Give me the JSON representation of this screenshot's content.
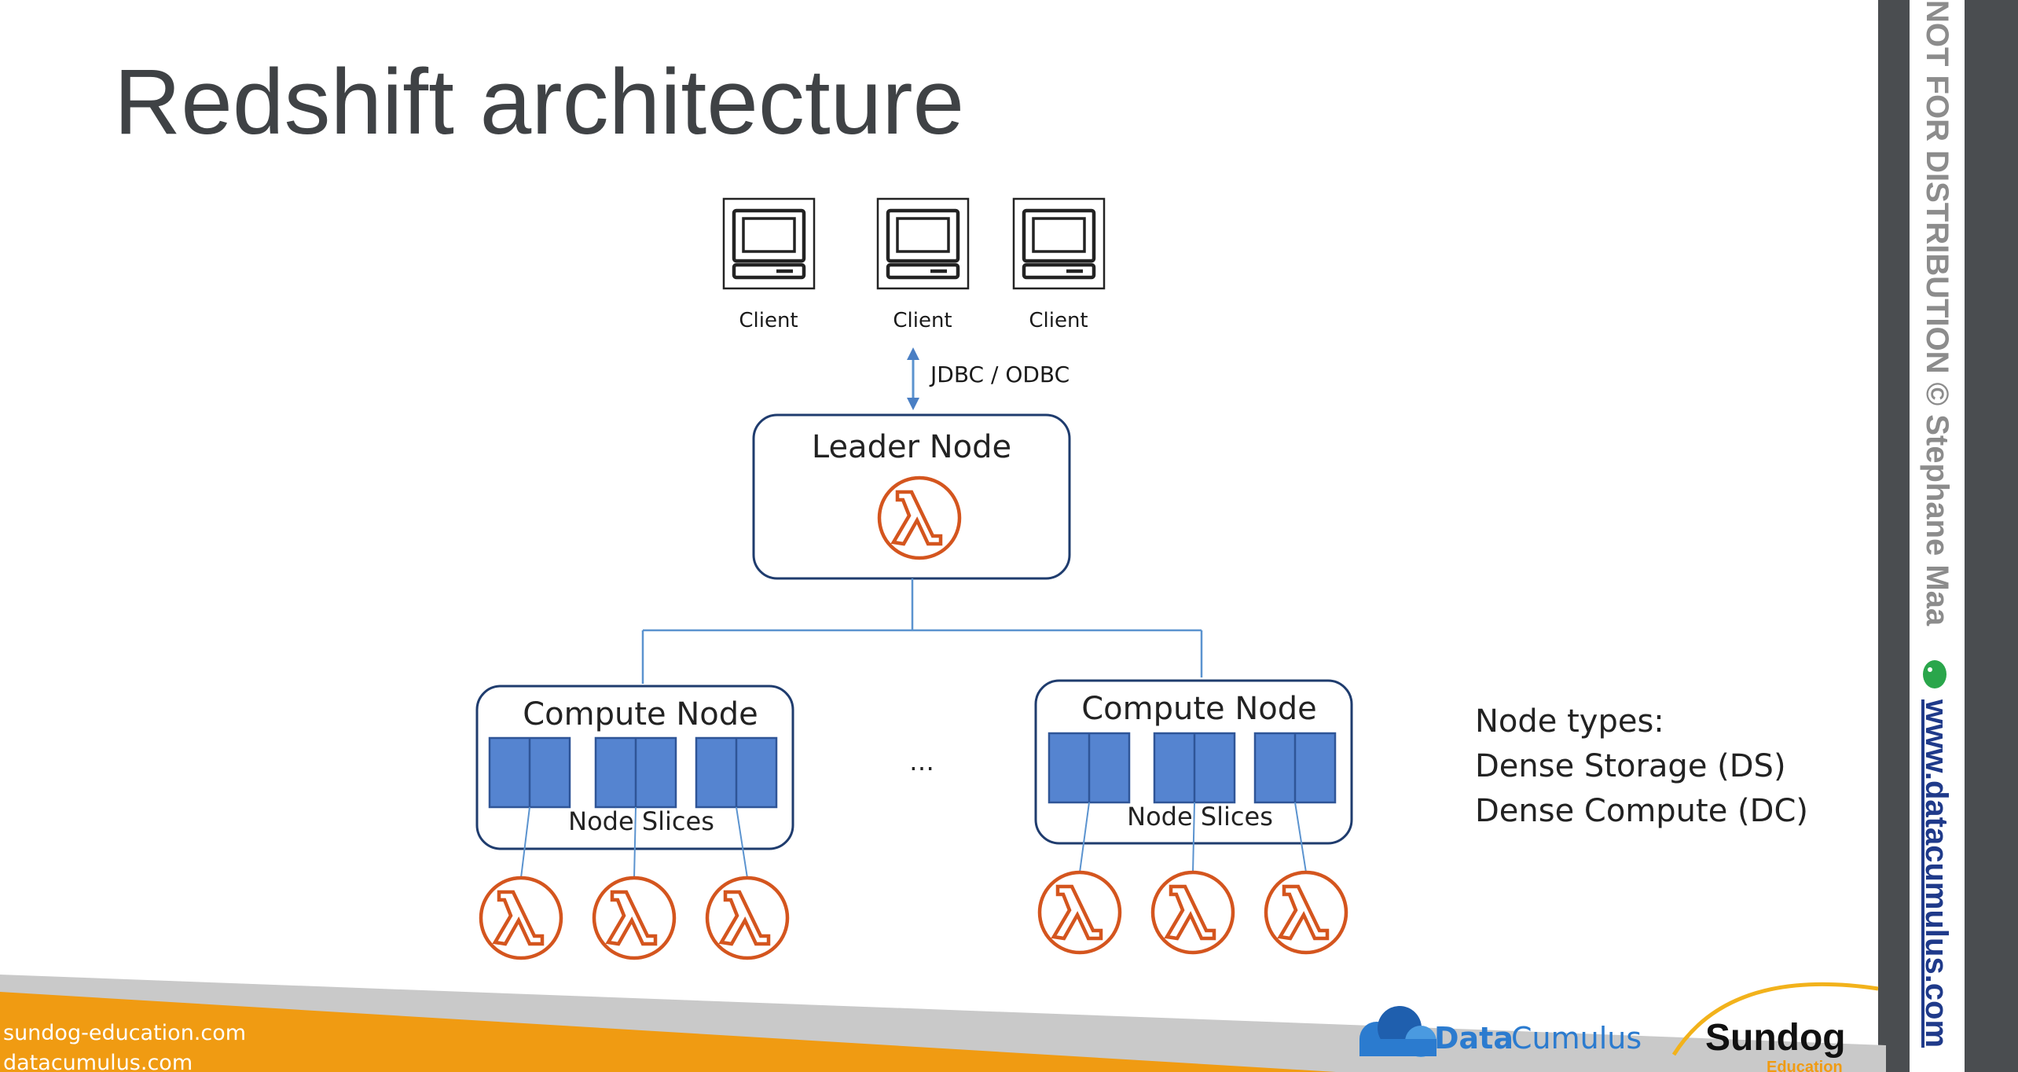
{
  "slide": {
    "title": "Redshift architecture"
  },
  "diagram": {
    "clients": [
      {
        "label": "Client"
      },
      {
        "label": "Client"
      },
      {
        "label": "Client"
      }
    ],
    "connection_label": "JDBC / ODBC",
    "leader_node": {
      "label": "Leader Node"
    },
    "compute_nodes": [
      {
        "label": "Compute Node",
        "slices_label": "Node Slices"
      },
      {
        "label": "Compute Node",
        "slices_label": "Node Slices"
      }
    ],
    "ellipsis": "…",
    "node_types": {
      "heading": "Node types:",
      "items": [
        "Dense Storage (DS)",
        "Dense Compute (DC)"
      ]
    }
  },
  "footer": {
    "links": [
      "sundog-education.com",
      "datacumulus.com"
    ],
    "datacumulus_logo": {
      "part1": "Data",
      "part2": "Cumulus"
    },
    "sundog_logo": {
      "name": "Sundog",
      "sub": "Education"
    }
  },
  "watermark": {
    "text": "NOT FOR DISTRIBUTION © Stephane Maa",
    "url": "www.datacumulus.com"
  },
  "colors": {
    "title": "#3f4245",
    "node_border": "#1f3c6e",
    "lambda": "#d4551e",
    "slice_fill": "#5584d0",
    "slice_border": "#2f5597",
    "connector": "#5b93cf",
    "footer_orange": "#f09b12",
    "footer_gray": "#c9c9c9",
    "sidebar": "#4a4d50",
    "watermark_url": "#1f3a8a",
    "datacumulus_blue": "#2b7bcf"
  }
}
